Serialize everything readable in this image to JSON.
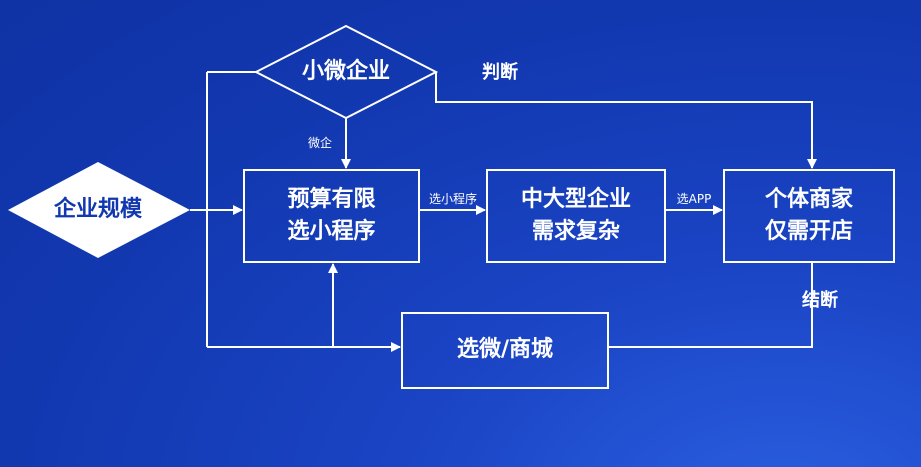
{
  "colors": {
    "background": "#1238b0",
    "line": "#ffffff"
  },
  "nodes": {
    "scale": "企业规模",
    "micro": "小微企业",
    "budget": {
      "line1": "预算有限",
      "line2": "选小程序"
    },
    "large": {
      "line1": "中大型企业",
      "line2": "需求复杂"
    },
    "individual": {
      "line1": "个体商家",
      "line2": "仅需开店"
    },
    "wechat": "选微/商城"
  },
  "edge_labels": {
    "judge": "判断",
    "micro_short": "微企",
    "mini_program": "选小程序",
    "app": "选APP",
    "conclude": "结断"
  }
}
